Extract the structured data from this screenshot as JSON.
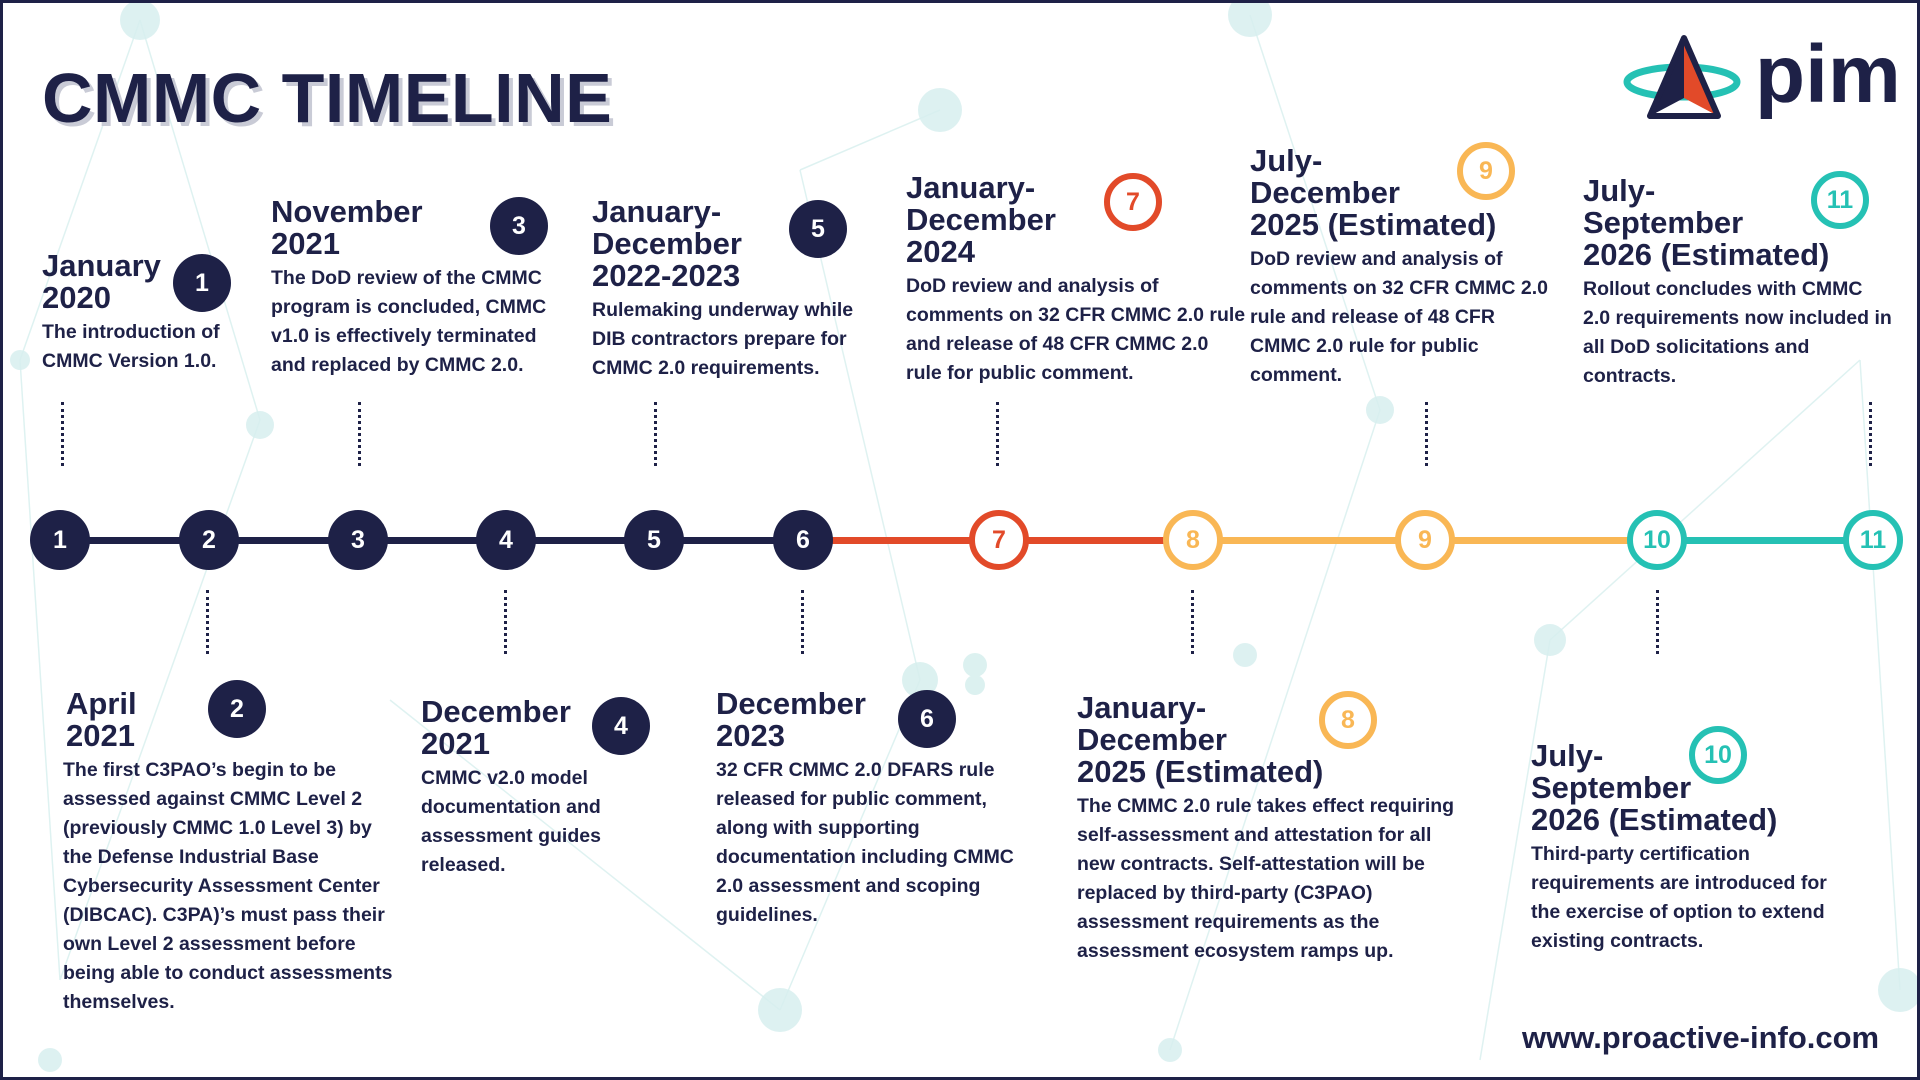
{
  "title": "CMMC TIMELINE",
  "logo_text": "pim",
  "website": "www.proactive-info.com",
  "colors": {
    "navy": "#1e2147",
    "red": "#e24a29",
    "orange": "#f9b755",
    "teal": "#25c1b4"
  },
  "timeline_numbers": [
    "1",
    "2",
    "3",
    "4",
    "5",
    "6",
    "7",
    "8",
    "9",
    "10",
    "11"
  ],
  "events": [
    {
      "n": "1",
      "date": "January\n2020",
      "desc": "The introduction of CMMC Version 1.0."
    },
    {
      "n": "2",
      "date": "April\n2021",
      "desc": "The first C3PAO’s begin to be assessed against CMMC Level 2 (previously CMMC 1.0 Level 3) by the Defense Industrial Base Cybersecurity Assessment Center (DIBCAC). C3PA)’s must pass their own Level 2 assessment before being able to conduct assessments themselves."
    },
    {
      "n": "3",
      "date": "November\n2021",
      "desc": "The DoD review of the CMMC program is concluded, CMMC v1.0 is effectively terminated and replaced by CMMC 2.0."
    },
    {
      "n": "4",
      "date": "December\n2021",
      "desc": "CMMC v2.0 model documentation and assessment guides released."
    },
    {
      "n": "5",
      "date": "January-\nDecember\n2022-2023",
      "desc": "Rulemaking underway while DIB contractors prepare for CMMC 2.0 requirements."
    },
    {
      "n": "6",
      "date": "December\n2023",
      "desc": "32 CFR CMMC 2.0 DFARS rule released for public comment, along with supporting documentation including CMMC 2.0 assessment and scoping guidelines."
    },
    {
      "n": "7",
      "date": "January-\nDecember\n2024",
      "desc": "DoD review and analysis of comments on 32 CFR CMMC 2.0 rule and release of 48 CFR CMMC 2.0 rule for public comment."
    },
    {
      "n": "8",
      "date": "January-\nDecember\n2025 (Estimated)",
      "desc": "The CMMC 2.0 rule takes effect requiring self-assessment and attestation for all new contracts. Self-attestation will be replaced by third-party (C3PAO) assessment requirements as the assessment ecosystem ramps up."
    },
    {
      "n": "9",
      "date": "July-\nDecember\n2025 (Estimated)",
      "desc": "DoD review and analysis of comments on 32 CFR CMMC 2.0 rule and release of 48 CFR CMMC 2.0 rule for public comment."
    },
    {
      "n": "10",
      "date": "July-\nSeptember\n2026 (Estimated)",
      "desc": "Third-party certification requirements are introduced for the exercise of option to extend existing contracts."
    },
    {
      "n": "11",
      "date": "July-\nSeptember\n2026 (Estimated)",
      "desc": "Rollout concludes with CMMC 2.0 requirements now included in all DoD solicitations and contracts."
    }
  ]
}
